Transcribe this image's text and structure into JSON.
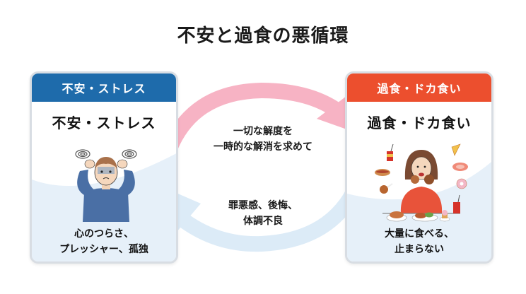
{
  "title": "不安と過食の悪循環",
  "left_card": {
    "header": "不安・ストレス",
    "title": "不安・ストレス",
    "illustration": "stressed-person-holding-head",
    "desc_line1": "心のつらさ、",
    "desc_line2": "プレッシャー、孤独",
    "color": "#1e6bab"
  },
  "right_card": {
    "header": "過食・ドカ食い",
    "title": "過食・ドカ食い",
    "illustration": "woman-binge-eating-surrounded-by-food",
    "desc_line1": "大量に食べる、",
    "desc_line2": "止まらない",
    "color": "#ec4f2e"
  },
  "arrows": {
    "top": {
      "direction": "left-to-right",
      "color": "#f7b3c4",
      "label_line1": "一切な解度を",
      "label_line2": "一時的な解消を求めて"
    },
    "bottom": {
      "direction": "right-to-left",
      "color": "#dcebf7",
      "label_line1": "罪悪感、後悔、",
      "label_line2": "体調不良"
    }
  }
}
